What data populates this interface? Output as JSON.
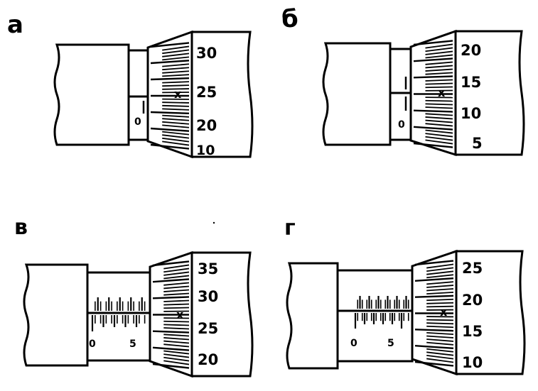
{
  "colors": {
    "ink": "#000000",
    "paper": "#ffffff"
  },
  "panels": [
    {
      "id": "a",
      "letter": "а",
      "sleeve_labels": [
        "0"
      ],
      "thimble_labels": [
        "30",
        "25",
        "20",
        "10"
      ],
      "marker": "x"
    },
    {
      "id": "b",
      "letter": "б",
      "sleeve_labels": [
        "0"
      ],
      "thimble_labels": [
        "20",
        "15",
        "10",
        "5"
      ],
      "marker": "x"
    },
    {
      "id": "v",
      "letter": "в",
      "sleeve_labels": [
        "0",
        "5"
      ],
      "thimble_labels": [
        "35",
        "30",
        "25",
        "20"
      ],
      "marker": "x"
    },
    {
      "id": "g",
      "letter": "г",
      "sleeve_labels": [
        "0",
        "5"
      ],
      "thimble_labels": [
        "25",
        "20",
        "15",
        "10"
      ],
      "marker": "x"
    }
  ]
}
